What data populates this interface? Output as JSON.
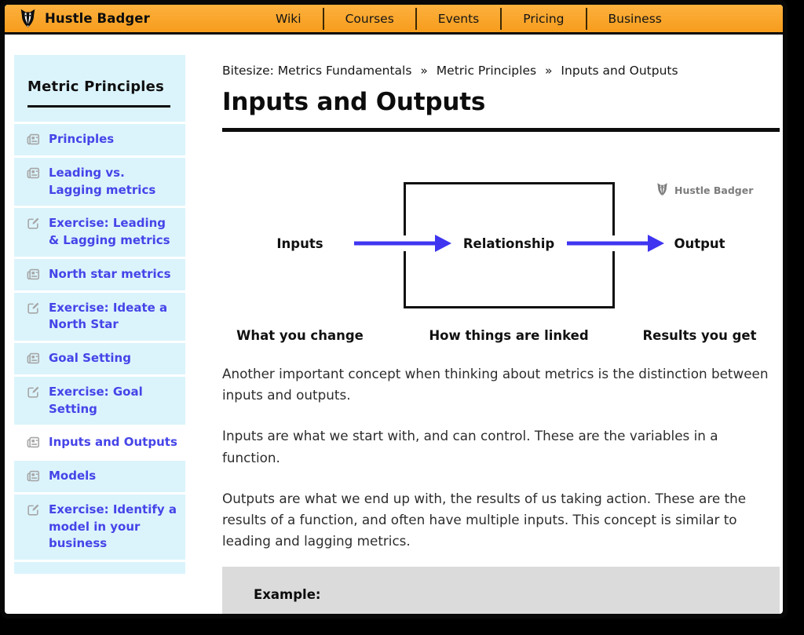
{
  "header": {
    "brand": "Hustle Badger",
    "nav": [
      {
        "label": "Wiki"
      },
      {
        "label": "Courses"
      },
      {
        "label": "Events"
      },
      {
        "label": "Pricing"
      },
      {
        "label": "Business"
      }
    ]
  },
  "sidebar": {
    "title": "Metric Principles",
    "items": [
      {
        "label": "Principles",
        "icon": "article",
        "active": false
      },
      {
        "label": "Leading vs. Lagging metrics",
        "icon": "article",
        "active": false
      },
      {
        "label": "Exercise: Leading & Lagging metrics",
        "icon": "exercise",
        "active": false
      },
      {
        "label": "North star metrics",
        "icon": "article",
        "active": false
      },
      {
        "label": "Exercise: Ideate a North Star",
        "icon": "exercise",
        "active": false
      },
      {
        "label": "Goal Setting",
        "icon": "article",
        "active": false
      },
      {
        "label": "Exercise: Goal Setting",
        "icon": "exercise",
        "active": false
      },
      {
        "label": "Inputs and Outputs",
        "icon": "article",
        "active": true
      },
      {
        "label": "Models",
        "icon": "article",
        "active": false
      },
      {
        "label": "Exercise: Identify a model in your business",
        "icon": "exercise",
        "active": false
      }
    ]
  },
  "breadcrumb": {
    "separator": "»",
    "parts": [
      "Bitesize: Metrics Fundamentals",
      "Metric Principles",
      "Inputs and Outputs"
    ]
  },
  "page": {
    "title": "Inputs and Outputs",
    "paragraphs": [
      "Another important concept when thinking about metrics is the distinction between inputs and outputs.",
      "Inputs are what we start with, and can control. These are the variables in a function.",
      "Outputs are what we end up with, the results of us taking action. These are the results of a function, and often have multiple inputs. This concept is similar to leading and lagging metrics."
    ],
    "example_label": "Example:"
  },
  "diagram": {
    "nodes": {
      "input": "Inputs",
      "relationship": "Relationship",
      "output": "Output"
    },
    "captions": {
      "input": "What you change",
      "relationship": "How things are linked",
      "output": "Results you get"
    },
    "watermark": "Hustle Badger",
    "arrow_color": "#3F35F0"
  },
  "colors": {
    "header_orange": "#F9A21B",
    "sidebar_bg": "#DBF4FC",
    "link_blue": "#4544E8",
    "arrow_blue": "#3F35F0",
    "example_bg": "#DBDBDB",
    "frame_black": "#070707"
  }
}
